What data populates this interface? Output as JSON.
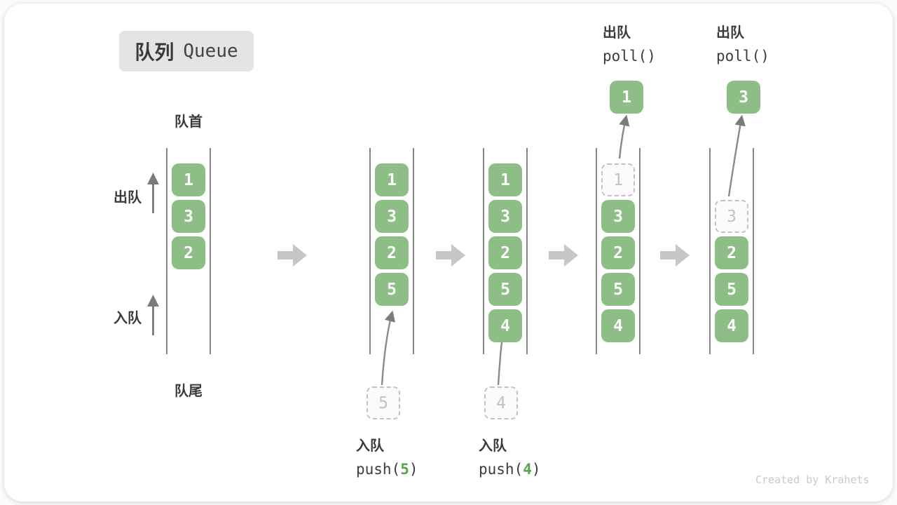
{
  "title": {
    "zh": "队列",
    "en": "Queue"
  },
  "side_labels": {
    "front": "队首",
    "rear": "队尾",
    "dequeue": "出队",
    "enqueue": "入队"
  },
  "colors": {
    "box_green": "#8CBE85",
    "arg_green": "#5FA052",
    "arrow_gray": "#7b7b7b",
    "block_arrow_gray": "#c6c6c6",
    "dashed_gray": "#c2c2c2"
  },
  "states": [
    {
      "boxes": [
        {
          "slot": 0,
          "value": "1",
          "style": "filled"
        },
        {
          "slot": 1,
          "value": "3",
          "style": "filled"
        },
        {
          "slot": 2,
          "value": "2",
          "style": "filled"
        }
      ]
    },
    {
      "boxes": [
        {
          "slot": 0,
          "value": "1",
          "style": "filled"
        },
        {
          "slot": 1,
          "value": "3",
          "style": "filled"
        },
        {
          "slot": 2,
          "value": "2",
          "style": "filled"
        },
        {
          "slot": 3,
          "value": "5",
          "style": "filled"
        }
      ]
    },
    {
      "boxes": [
        {
          "slot": 0,
          "value": "1",
          "style": "filled"
        },
        {
          "slot": 1,
          "value": "3",
          "style": "filled"
        },
        {
          "slot": 2,
          "value": "2",
          "style": "filled"
        },
        {
          "slot": 3,
          "value": "5",
          "style": "filled"
        },
        {
          "slot": 4,
          "value": "4",
          "style": "filled"
        }
      ]
    },
    {
      "boxes": [
        {
          "slot": 0,
          "value": "1",
          "style": "dashed"
        },
        {
          "slot": 1,
          "value": "3",
          "style": "filled"
        },
        {
          "slot": 2,
          "value": "2",
          "style": "filled"
        },
        {
          "slot": 3,
          "value": "5",
          "style": "filled"
        },
        {
          "slot": 4,
          "value": "4",
          "style": "filled"
        }
      ]
    },
    {
      "boxes": [
        {
          "slot": 1,
          "value": "3",
          "style": "dashed"
        },
        {
          "slot": 2,
          "value": "2",
          "style": "filled"
        },
        {
          "slot": 3,
          "value": "5",
          "style": "filled"
        },
        {
          "slot": 4,
          "value": "4",
          "style": "filled"
        }
      ]
    }
  ],
  "push_ops": [
    {
      "label": "入队",
      "fn_open": "push(",
      "arg": "5",
      "fn_close": ")",
      "incoming_value": "5"
    },
    {
      "label": "入队",
      "fn_open": "push(",
      "arg": "4",
      "fn_close": ")",
      "incoming_value": "4"
    }
  ],
  "poll_ops": [
    {
      "label": "出队",
      "fn": "poll()",
      "result_value": "1"
    },
    {
      "label": "出队",
      "fn": "poll()",
      "result_value": "3"
    }
  ],
  "watermark": "Created by Krahets"
}
